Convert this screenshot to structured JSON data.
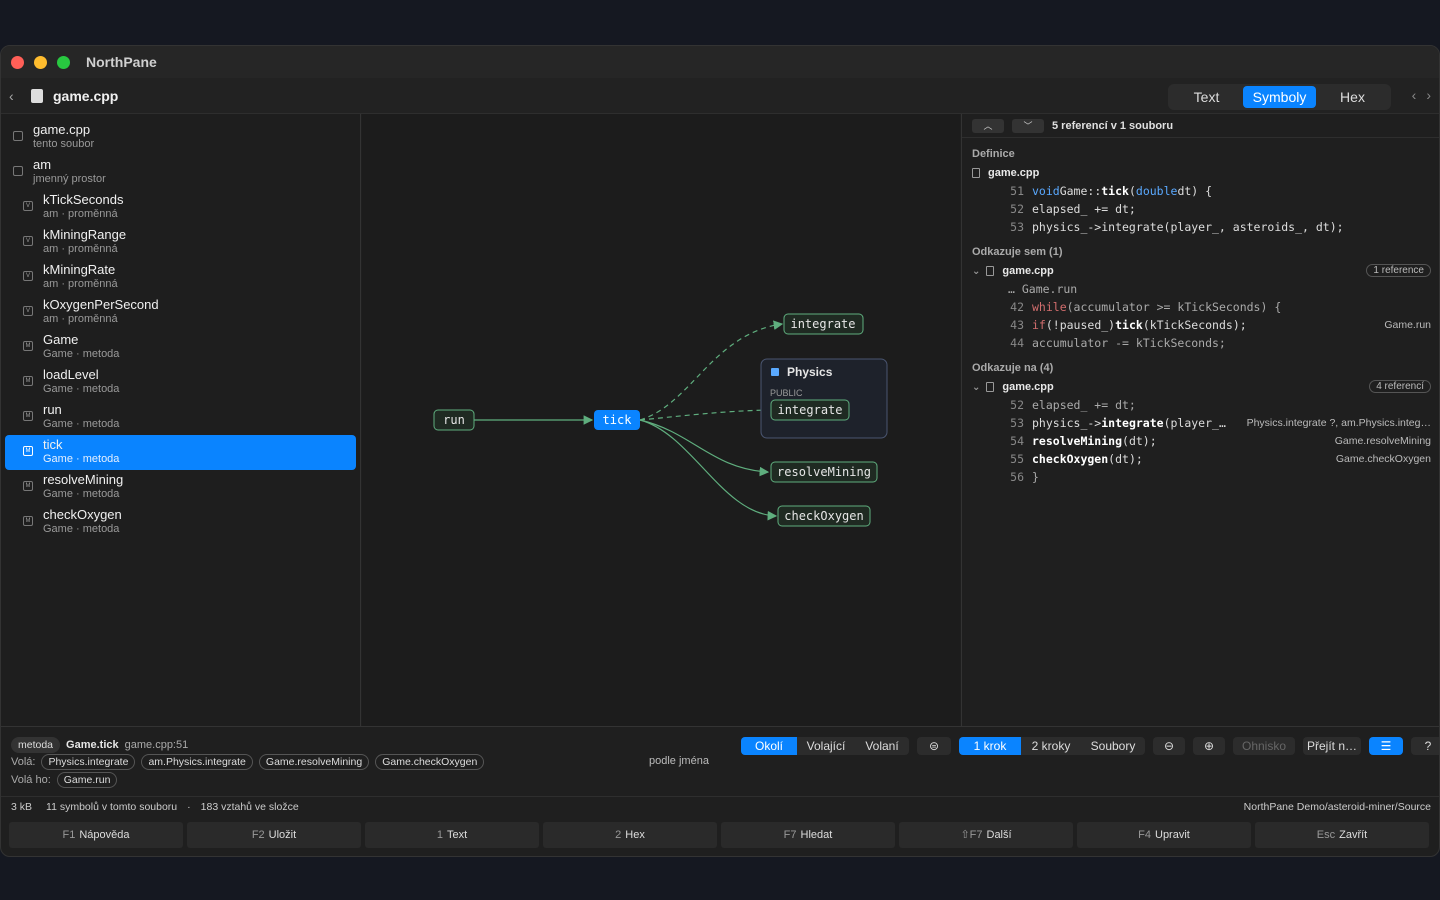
{
  "app": {
    "title": "NorthPane"
  },
  "toolbar": {
    "file": "game.cpp",
    "modes": [
      "Text",
      "Symboly",
      "Hex"
    ]
  },
  "sidebar": {
    "items": [
      {
        "name": "game.cpp",
        "sub": "tento soubor"
      },
      {
        "name": "am",
        "sub": "jmenný prostor"
      },
      {
        "name": "kTickSeconds",
        "sub": "am · proměnná"
      },
      {
        "name": "kMiningRange",
        "sub": "am · proměnná"
      },
      {
        "name": "kMiningRate",
        "sub": "am · proměnná"
      },
      {
        "name": "kOxygenPerSecond",
        "sub": "am · proměnná"
      },
      {
        "name": "Game",
        "sub": "Game · metoda"
      },
      {
        "name": "loadLevel",
        "sub": "Game · metoda"
      },
      {
        "name": "run",
        "sub": "Game · metoda"
      },
      {
        "name": "tick",
        "sub": "Game · metoda"
      },
      {
        "name": "resolveMining",
        "sub": "Game · metoda"
      },
      {
        "name": "checkOxygen",
        "sub": "Game · metoda"
      }
    ]
  },
  "graph": {
    "nodes": {
      "run": "run",
      "tick": "tick",
      "integrate_top": "integrate",
      "physics": "Physics",
      "public": "PUBLIC",
      "integrate_inner": "integrate",
      "resolveMining": "resolveMining",
      "checkOxygen": "checkOxygen"
    }
  },
  "refs": {
    "count": "5 referencí v 1 souboru",
    "definition_h": "Definice",
    "def_file": "game.cpp",
    "def_lines": [
      {
        "n": "51",
        "a": "void",
        "b": " Game::",
        "c": "tick",
        "d": "(",
        "e": "double",
        "f": " dt) {"
      },
      {
        "n": "52",
        "text": "elapsed_ += dt;"
      },
      {
        "n": "53",
        "text": "physics_->integrate(player_, asteroids_, dt);"
      }
    ],
    "incoming_h": "Odkazuje sem (1)",
    "in_file": "game.cpp",
    "in_badge": "1 reference",
    "in_ctx": "… Game.run",
    "in_lines": [
      {
        "n": "42",
        "kw": "while",
        "text": " (accumulator >= kTickSeconds) {"
      },
      {
        "n": "43",
        "kw": "if",
        "pre": " (!paused_) ",
        "hl": "tick",
        "post": "(kTickSeconds);",
        "right": "Game.run"
      },
      {
        "n": "44",
        "text": "accumulator -= kTickSeconds;"
      }
    ],
    "outgoing_h": "Odkazuje na (4)",
    "out_file": "game.cpp",
    "out_badge": "4 referencí",
    "out_lines": [
      {
        "n": "52",
        "text": "elapsed_ += dt;"
      },
      {
        "n": "53",
        "pre": "physics_->",
        "hl": "integrate",
        "post": "(player_…",
        "right": "Physics.integrate ?, am.Physics.integ…"
      },
      {
        "n": "54",
        "pre": "",
        "hl": "resolveMining",
        "post": "(dt);",
        "right": "Game.resolveMining"
      },
      {
        "n": "55",
        "pre": "",
        "hl": "checkOxygen",
        "post": "(dt);",
        "right": "Game.checkOxygen"
      },
      {
        "n": "56",
        "text": "}"
      }
    ]
  },
  "info": {
    "kind": "metoda",
    "symbol": "Game.tick",
    "loc": "game.cpp:51",
    "calls_label": "Volá:",
    "calls": [
      "Physics.integrate",
      "am.Physics.integrate",
      "Game.resolveMining",
      "Game.checkOxygen"
    ],
    "called_by_label": "Volá ho:",
    "called_by": [
      "Game.run"
    ],
    "sort": "podle jména"
  },
  "controls": {
    "scope": [
      "Okolí",
      "Volající",
      "Volaní"
    ],
    "depth": [
      "1 krok",
      "2 kroky",
      "Soubory"
    ],
    "focus": "Ohnisko",
    "goto": "Přejít n…"
  },
  "status": {
    "size": "3 kB",
    "symbols": "11 symbolů v tomto souboru",
    "sep": "·",
    "relations": "183 vztahů ve složce",
    "path": "NorthPane Demo/asteroid-miner/Source"
  },
  "fkeys": [
    {
      "k": "F1",
      "l": "Nápověda"
    },
    {
      "k": "F2",
      "l": "Uložit"
    },
    {
      "k": "1",
      "l": "Text"
    },
    {
      "k": "2",
      "l": "Hex"
    },
    {
      "k": "F7",
      "l": "Hledat"
    },
    {
      "k": "⇧F7",
      "l": "Další"
    },
    {
      "k": "F4",
      "l": "Upravit"
    },
    {
      "k": "Esc",
      "l": "Zavřít"
    }
  ]
}
